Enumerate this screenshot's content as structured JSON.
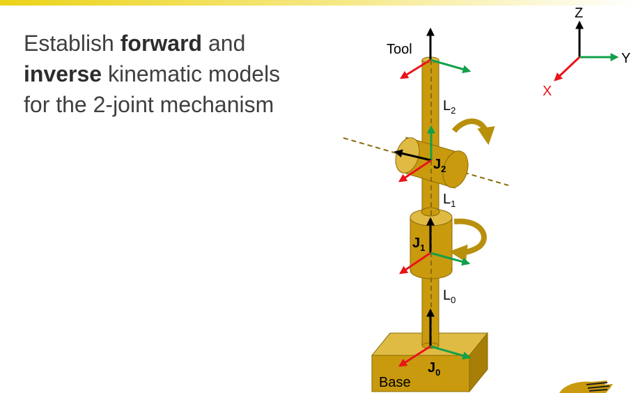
{
  "headline": {
    "prefix": "Establish ",
    "bold1": "forward",
    "middle": " and",
    "bold2": "inverse",
    "suffix_line2": " kinematic models",
    "line3": "for the 2-joint mechanism"
  },
  "diagram": {
    "tool_label": "Tool",
    "base_label": "Base",
    "joints": [
      {
        "main": "J",
        "sub": "0"
      },
      {
        "main": "J",
        "sub": "1"
      },
      {
        "main": "J",
        "sub": "2"
      }
    ],
    "links": [
      {
        "main": "L",
        "sub": "0"
      },
      {
        "main": "L",
        "sub": "1"
      },
      {
        "main": "L",
        "sub": "2"
      }
    ],
    "reference_frame": {
      "x_label": "X",
      "y_label": "Y",
      "z_label": "Z"
    }
  },
  "colors": {
    "body_gold": "#c99a0e",
    "dark_gold": "#8a6a06",
    "axis_x": "#e8141a",
    "axis_y": "#11a04b",
    "axis_z": "#000000"
  }
}
